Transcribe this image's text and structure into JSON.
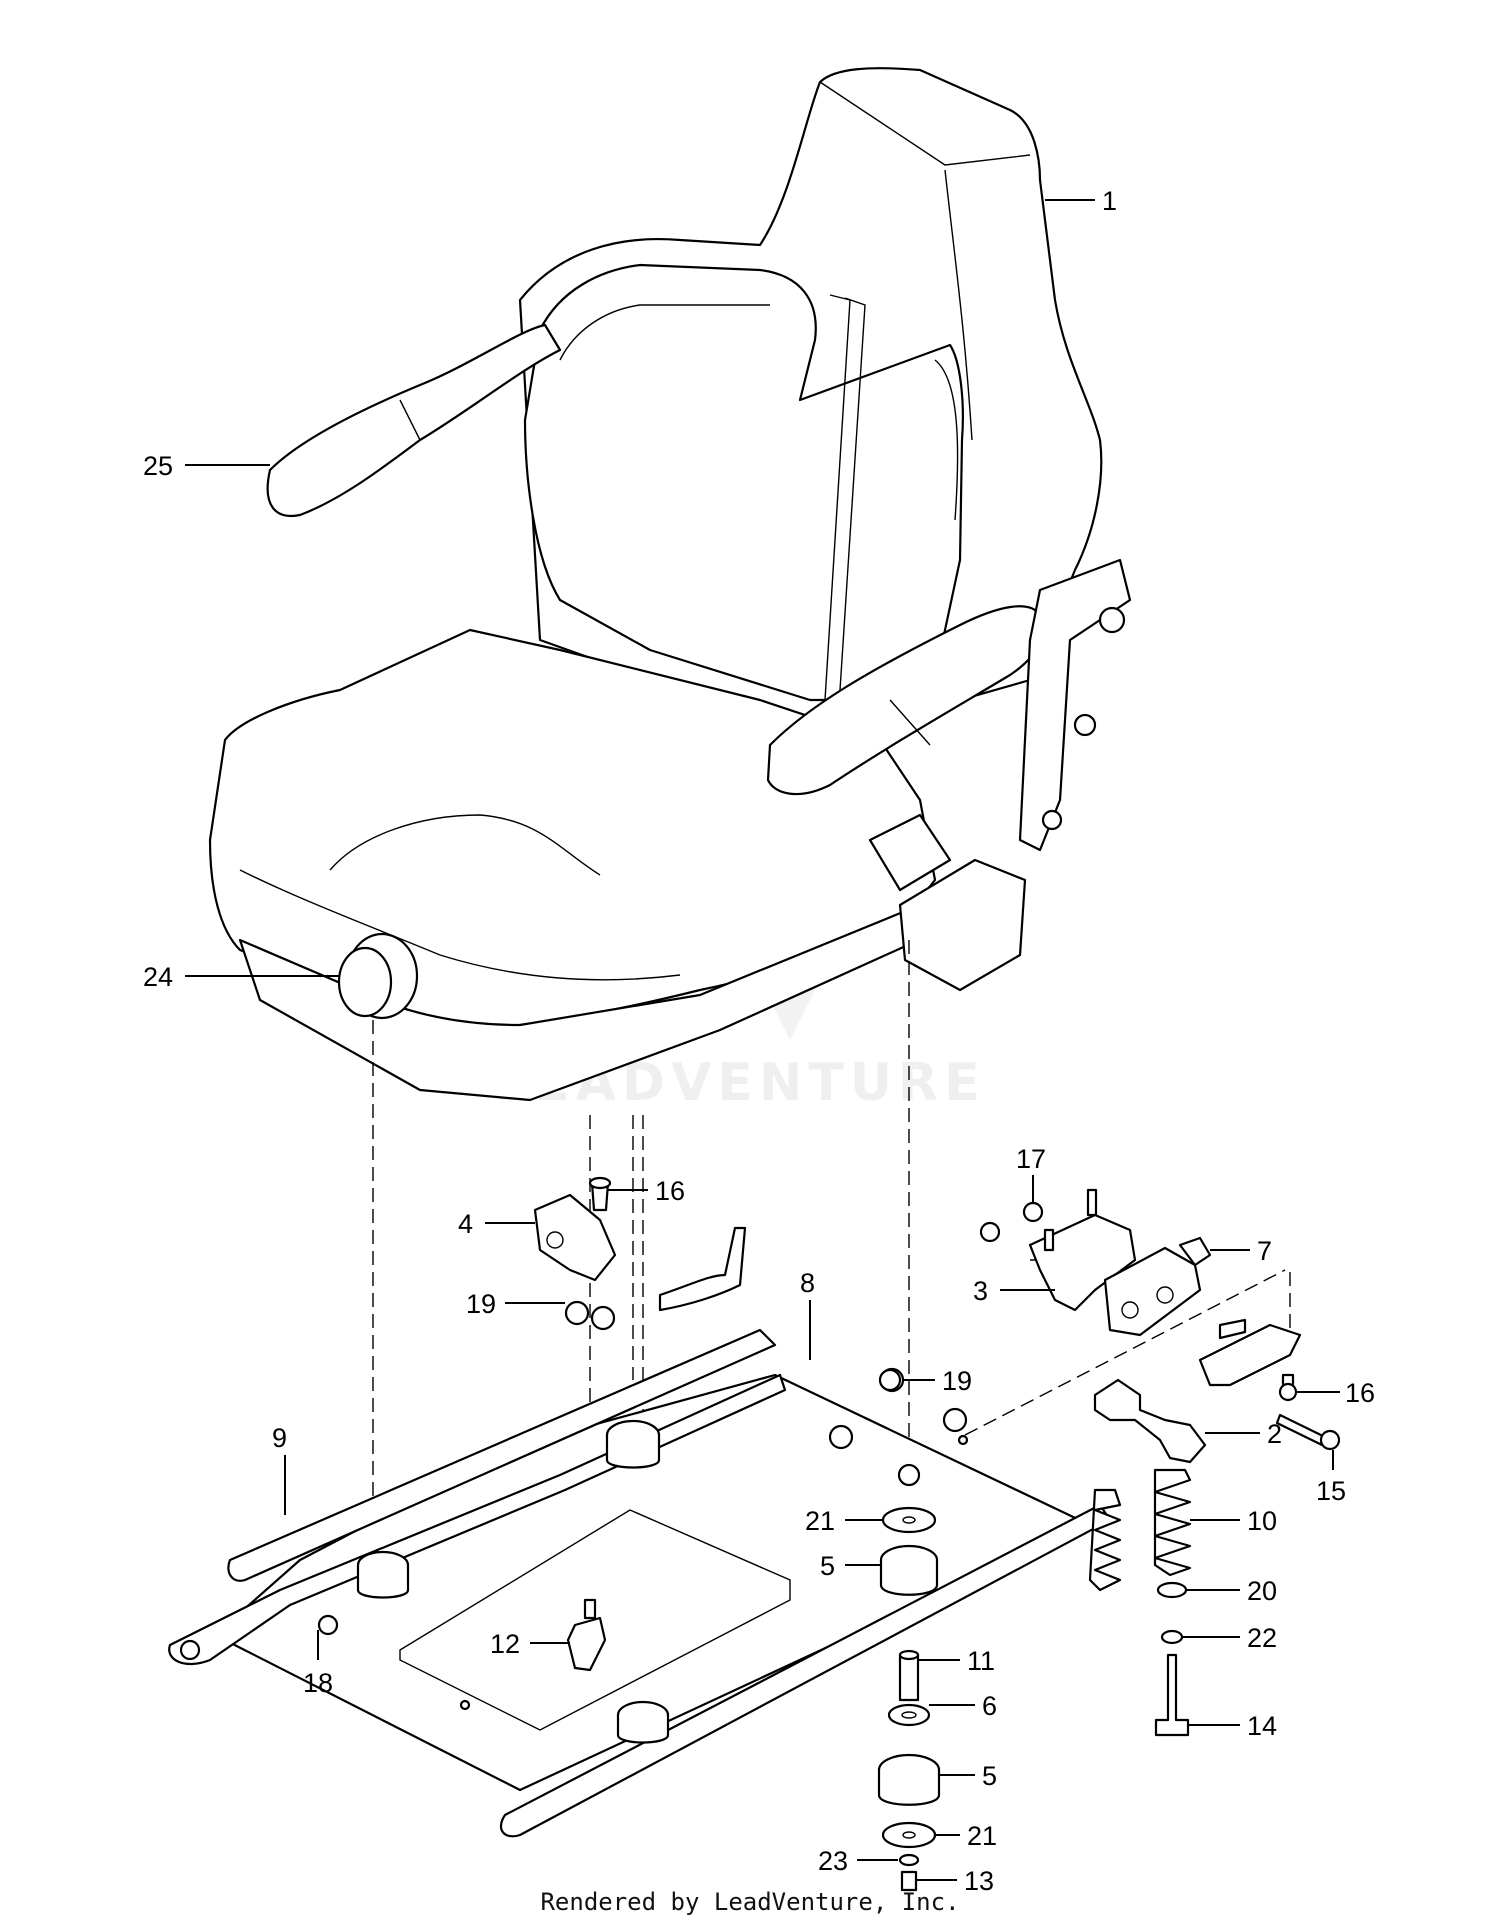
{
  "callouts": [
    {
      "id": "1",
      "label": "1"
    },
    {
      "id": "25",
      "label": "25"
    },
    {
      "id": "24",
      "label": "24"
    },
    {
      "id": "16a",
      "label": "16"
    },
    {
      "id": "17",
      "label": "17"
    },
    {
      "id": "4",
      "label": "4"
    },
    {
      "id": "7",
      "label": "7"
    },
    {
      "id": "3",
      "label": "3"
    },
    {
      "id": "19a",
      "label": "19"
    },
    {
      "id": "8",
      "label": "8"
    },
    {
      "id": "19b",
      "label": "19"
    },
    {
      "id": "16b",
      "label": "16"
    },
    {
      "id": "9",
      "label": "9"
    },
    {
      "id": "2",
      "label": "2"
    },
    {
      "id": "15",
      "label": "15"
    },
    {
      "id": "21a",
      "label": "21"
    },
    {
      "id": "10",
      "label": "10"
    },
    {
      "id": "5a",
      "label": "5"
    },
    {
      "id": "20",
      "label": "20"
    },
    {
      "id": "22",
      "label": "22"
    },
    {
      "id": "18",
      "label": "18"
    },
    {
      "id": "12",
      "label": "12"
    },
    {
      "id": "11",
      "label": "11"
    },
    {
      "id": "6",
      "label": "6"
    },
    {
      "id": "14",
      "label": "14"
    },
    {
      "id": "5b",
      "label": "5"
    },
    {
      "id": "21b",
      "label": "21"
    },
    {
      "id": "23",
      "label": "23"
    },
    {
      "id": "13",
      "label": "13"
    }
  ],
  "watermark": "LEADVENTURE",
  "footer": "Rendered by LeadVenture, Inc."
}
